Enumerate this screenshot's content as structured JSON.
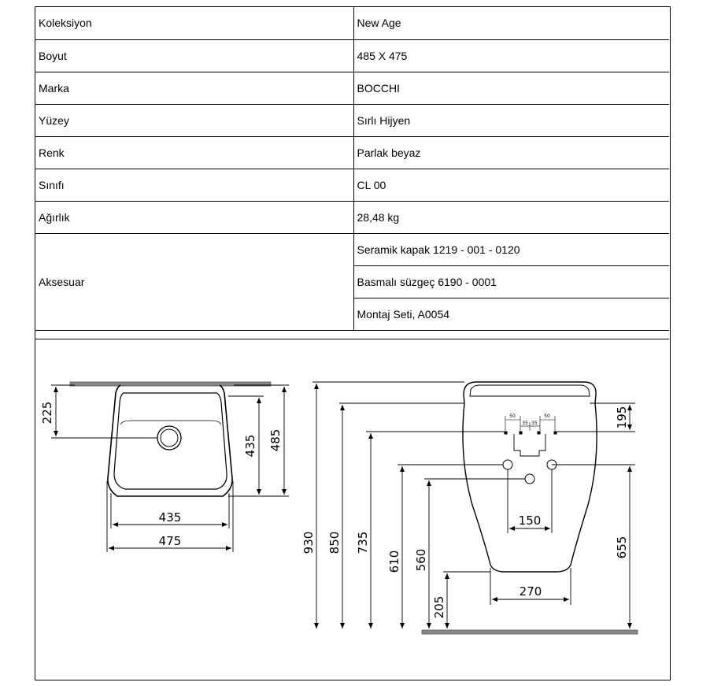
{
  "spec": {
    "rows": [
      {
        "label": "Koleksiyon",
        "value": "New Age"
      },
      {
        "label": "Boyut",
        "value": "485 X 475"
      },
      {
        "label": "Marka",
        "value": "BOCCHI"
      },
      {
        "label": "Yüzey",
        "value": "Sırlı Hijyen"
      },
      {
        "label": "Renk",
        "value": "Parlak beyaz"
      },
      {
        "label": "Sınıfı",
        "value": "CL 00"
      },
      {
        "label": "Ağırlık",
        "value": "28,48 kg"
      }
    ],
    "accessory": {
      "label": "Aksesuar",
      "items": [
        "Seramik kapak 1219 - 001 - 0120",
        "Basmalı süzgeç 6190 - 0001",
        "Montaj Seti, A0054"
      ]
    }
  },
  "drawing": {
    "top_view": {
      "d_225": "225",
      "d_435_v": "435",
      "d_485": "485",
      "d_435_h": "435",
      "d_475": "475"
    },
    "front_view": {
      "d_930": "930",
      "d_850": "850",
      "d_735": "735",
      "d_610": "610",
      "d_560": "560",
      "d_205": "205",
      "d_195": "195",
      "d_655": "655",
      "d_150": "150",
      "d_270": "270",
      "d_50a": "50",
      "d_50b": "50",
      "d_35a": "35",
      "d_35b": "35"
    }
  }
}
